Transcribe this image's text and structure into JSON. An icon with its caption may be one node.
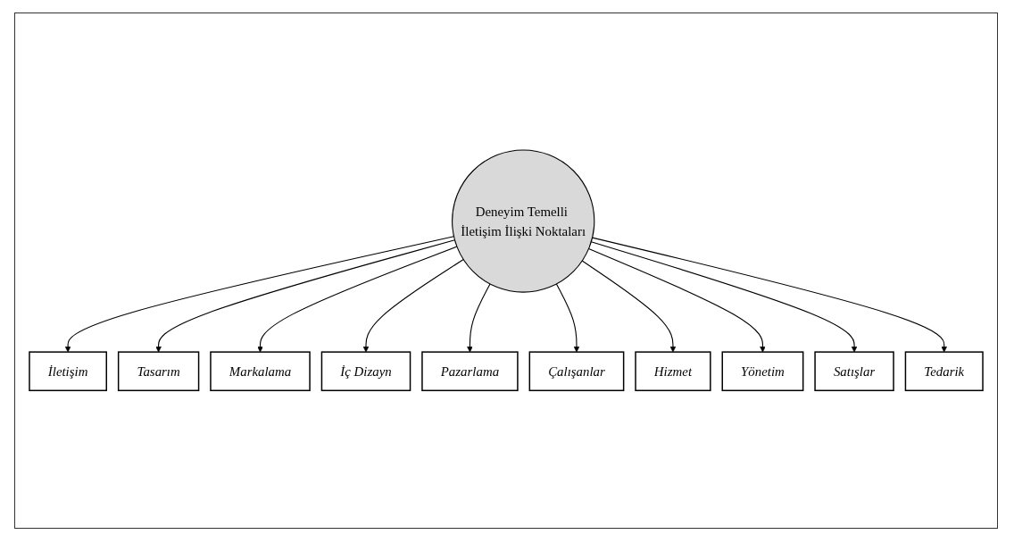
{
  "diagram": {
    "nodes": [
      {
        "text": [
          "Deneyim Temelli İletişim İlişki Noktaları"
        ]
      },
      {
        "text": [
          "İletişim"
        ]
      },
      {
        "text": [
          "Tasarım"
        ]
      },
      {
        "text": [
          "Markalama"
        ]
      },
      {
        "text": [
          "İç Dizayn"
        ]
      },
      {
        "text": [
          "Pazarlama"
        ]
      },
      {
        "text": [
          "Çalışanlar"
        ]
      },
      {
        "text": [
          "Hizmet"
        ]
      },
      {
        "text": [
          "Yönetim"
        ]
      },
      {
        "text": [
          "Satışlar"
        ]
      },
      {
        "text": [
          "Tedarik"
        ]
      }
    ],
    "edges": [
      {
        "from": 0,
        "to": 1,
        "arrow": "to"
      },
      {
        "from": 0,
        "to": 2,
        "arrow": "to"
      },
      {
        "from": 0,
        "to": 3,
        "arrow": "to"
      },
      {
        "from": 0,
        "to": 4,
        "arrow": "to"
      },
      {
        "from": 0,
        "to": 5,
        "arrow": "to"
      },
      {
        "from": 0,
        "to": 6,
        "arrow": "to"
      },
      {
        "from": 0,
        "to": 7,
        "arrow": "to"
      },
      {
        "from": 0,
        "to": 8,
        "arrow": "to"
      },
      {
        "from": 0,
        "to": 9,
        "arrow": "to"
      },
      {
        "from": 0,
        "to": 10,
        "arrow": "to"
      }
    ]
  }
}
